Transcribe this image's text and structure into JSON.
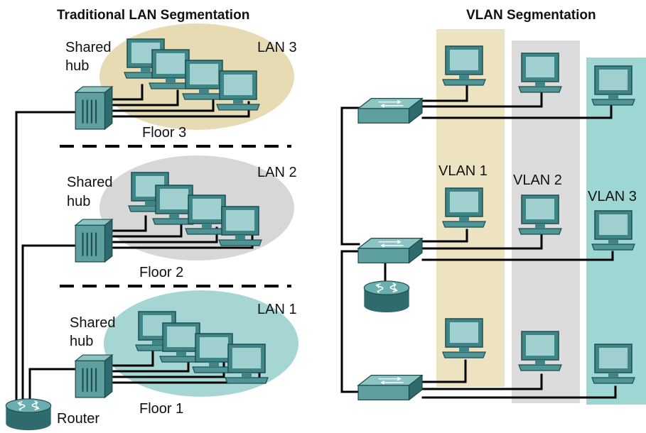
{
  "left": {
    "title": "Traditional LAN Segmentation",
    "floors": [
      {
        "lan": "LAN 3",
        "hub": [
          "Shared",
          "hub"
        ],
        "floor": "Floor 3",
        "color": "#e6dbb3"
      },
      {
        "lan": "LAN 2",
        "hub": [
          "Shared",
          "hub"
        ],
        "floor": "Floor 2",
        "color": "#d7d7d7"
      },
      {
        "lan": "LAN 1",
        "hub": [
          "Shared",
          "hub"
        ],
        "floor": "Floor 1",
        "color": "#a6d6d3"
      }
    ],
    "router": "Router"
  },
  "right": {
    "title": "VLAN Segmentation",
    "vlans": [
      {
        "name": "VLAN 1",
        "color": "#eee3c0"
      },
      {
        "name": "VLAN 2",
        "color": "#dcdcdc"
      },
      {
        "name": "VLAN 3",
        "color": "#9ed6d3"
      }
    ]
  },
  "colors": {
    "device_teal": "#5e9fa0",
    "device_dark": "#2f6a6c",
    "screen": "#9fd0cf",
    "wire": "#000000"
  }
}
